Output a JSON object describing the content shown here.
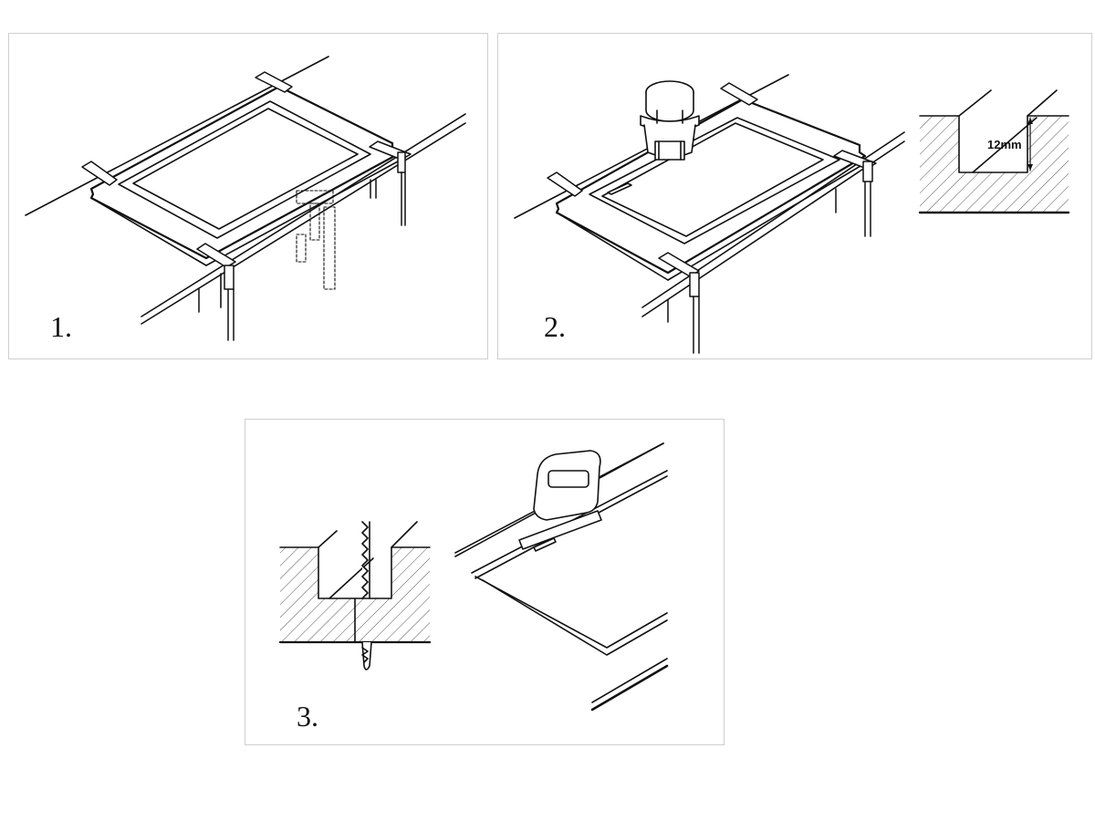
{
  "colors": {
    "line": "#111111",
    "frame": "#cfcfcf",
    "background": "#ffffff"
  },
  "steps": [
    {
      "number": "1.",
      "icons": [
        "workbench-icon",
        "template-frame-icon",
        "clamp-icon"
      ]
    },
    {
      "number": "2.",
      "icons": [
        "router-icon",
        "template-frame-icon",
        "clamp-icon",
        "groove-section-icon"
      ],
      "groove_depth_label": "12mm"
    },
    {
      "number": "3.",
      "icons": [
        "jigsaw-blade-section-icon",
        "jigsaw-icon",
        "cutout-panel-icon"
      ]
    }
  ]
}
